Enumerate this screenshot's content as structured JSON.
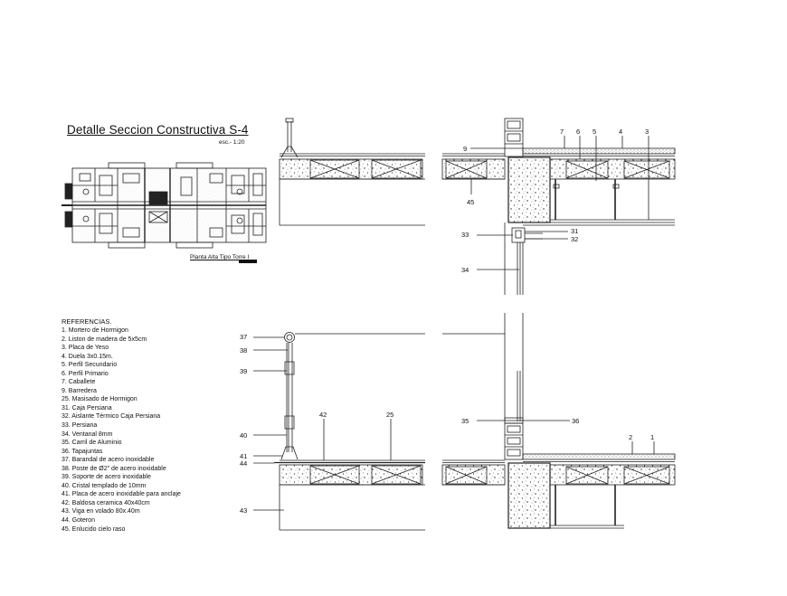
{
  "title": "Detalle Seccion Constructiva S-4",
  "scale": "esc.- 1:20",
  "plan_caption": "Planta Alta Tipo Torre I",
  "references_title": "REFERENCIAS.",
  "references": [
    "1. Mortero de Hormigon",
    "2. Liston de madera de 5x5cm",
    "3. Placa de Yeso",
    "4. Duela 3x0.15m.",
    "5. Perfil Secundario",
    "6. Perfil Primario",
    "7. Caballete",
    "9. Barredera",
    "25. Masisado de Hormigon",
    "31. Caja Persiana",
    "32. Aislante Térmico Caja Persiana",
    "33. Persiana",
    "34. Ventanal 8mm",
    "35. Carril de Aluminio",
    "36. Tapajuntas",
    "37. Barandal de acero inoxidable",
    "38. Poste de Ø2\" de acero inoxidable",
    "39. Soporte de acero inoxidable",
    "40. Cristal templado de 10mm",
    "41. Placa de acero inoxidable para anclaje",
    "42. Baldosa ceramica 40x40cm",
    "43. Viga en volado 80x.40m",
    "44. Goteron",
    "45. Enlucido cielo raso"
  ],
  "callouts": {
    "top_right": [
      "7",
      "6",
      "5",
      "4",
      "3",
      "9",
      "45",
      "33",
      "31",
      "32",
      "34"
    ],
    "left_bottom": [
      "37",
      "38",
      "39",
      "40",
      "41",
      "44",
      "42",
      "25",
      "43"
    ],
    "right_bottom": [
      "35",
      "36",
      "2",
      "1"
    ]
  }
}
